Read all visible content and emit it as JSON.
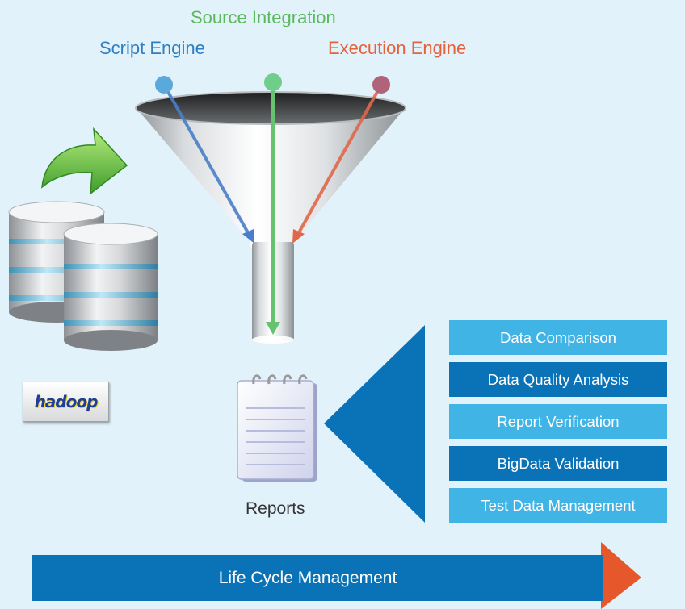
{
  "funnel": {
    "inputs": [
      {
        "label": "Source Integration",
        "color": "#5cb85c"
      },
      {
        "label": "Script Engine",
        "color": "#2d7fc1"
      },
      {
        "label": "Execution Engine",
        "color": "#e6613a"
      }
    ]
  },
  "reports": {
    "label": "Reports"
  },
  "features": [
    {
      "label": "Data Comparison",
      "style": "light"
    },
    {
      "label": "Data Quality Analysis",
      "style": "dark"
    },
    {
      "label": "Report Verification",
      "style": "light"
    },
    {
      "label": "BigData Validation",
      "style": "dark"
    },
    {
      "label": "Test Data Management",
      "style": "light"
    }
  ],
  "lifecycle": {
    "label": "Life Cycle Management",
    "bar_color": "#0a73b8",
    "arrow_color": "#e6582b"
  },
  "hadoop_logo": {
    "text": "hadoop"
  }
}
